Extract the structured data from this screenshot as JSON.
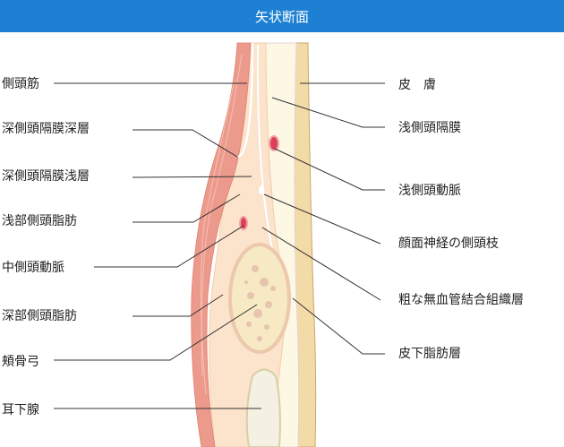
{
  "title": "矢状断面",
  "left_labels": [
    "側頭筋",
    "深側頭隔膜深層",
    "深側頭隔膜浅層",
    "浅部側頭脂肪",
    "中側頭動脈",
    "深部側頭脂肪",
    "頬骨弓",
    "耳下腺"
  ],
  "right_labels": [
    "皮　膚",
    "浅側頭隔膜",
    "浅側頭動脈",
    "顔面神経の側頭枝",
    "粗な無血管結合組織層",
    "皮下脂肪層"
  ],
  "colors": {
    "header": "#1e80d2",
    "muscle": "#ec9a8c",
    "skin": "#f3dba8",
    "fat": "#fdf8e4",
    "artery": "#d94157"
  }
}
